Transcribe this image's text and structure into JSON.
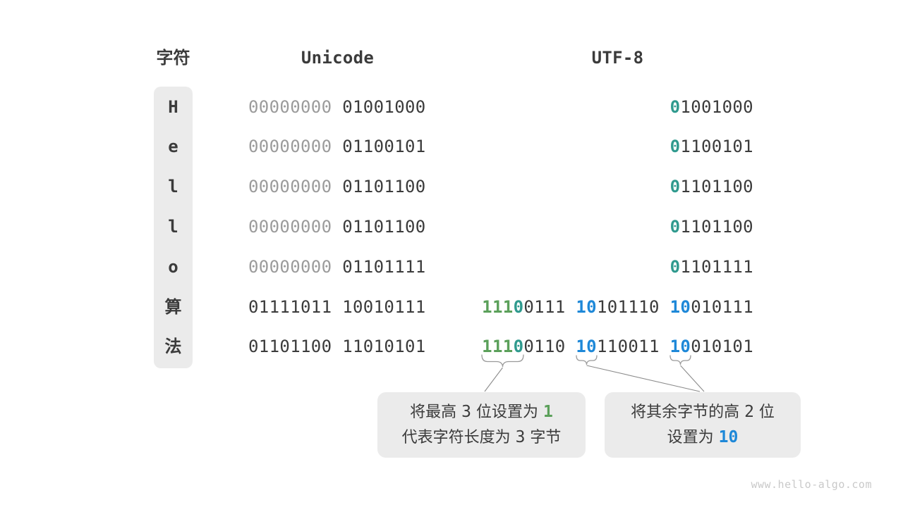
{
  "palette": {
    "dark": "#3b3b3b",
    "muted": "#9b9b9b",
    "green": "#5ba05a",
    "teal": "#2f9a8e",
    "blue": "#1e88d8",
    "box_bg": "#ebebeb",
    "watermark_gray": "#c9c9c9"
  },
  "header": {
    "char_label": "字符",
    "unicode_label": "Unicode",
    "utf8_label": "UTF-8"
  },
  "table": {
    "rows": [
      {
        "char": "H",
        "unicode": [
          {
            "text": "00000000 ",
            "color": "muted"
          },
          {
            "text": "01001000",
            "color": "dark"
          }
        ],
        "utf8": [
          {
            "text": "0",
            "color": "teal",
            "bold": true
          },
          {
            "text": "1001000",
            "color": "dark"
          }
        ]
      },
      {
        "char": "e",
        "unicode": [
          {
            "text": "00000000 ",
            "color": "muted"
          },
          {
            "text": "01100101",
            "color": "dark"
          }
        ],
        "utf8": [
          {
            "text": "0",
            "color": "teal",
            "bold": true
          },
          {
            "text": "1100101",
            "color": "dark"
          }
        ]
      },
      {
        "char": "l",
        "unicode": [
          {
            "text": "00000000 ",
            "color": "muted"
          },
          {
            "text": "01101100",
            "color": "dark"
          }
        ],
        "utf8": [
          {
            "text": "0",
            "color": "teal",
            "bold": true
          },
          {
            "text": "1101100",
            "color": "dark"
          }
        ]
      },
      {
        "char": "l",
        "unicode": [
          {
            "text": "00000000 ",
            "color": "muted"
          },
          {
            "text": "01101100",
            "color": "dark"
          }
        ],
        "utf8": [
          {
            "text": "0",
            "color": "teal",
            "bold": true
          },
          {
            "text": "1101100",
            "color": "dark"
          }
        ]
      },
      {
        "char": "o",
        "unicode": [
          {
            "text": "00000000 ",
            "color": "muted"
          },
          {
            "text": "01101111",
            "color": "dark"
          }
        ],
        "utf8": [
          {
            "text": "0",
            "color": "teal",
            "bold": true
          },
          {
            "text": "1101111",
            "color": "dark"
          }
        ]
      },
      {
        "char": "算",
        "unicode": [
          {
            "text": "01111011 10010111",
            "color": "dark"
          }
        ],
        "utf8": [
          {
            "text": "111",
            "color": "green",
            "bold": true
          },
          {
            "text": "0",
            "color": "teal",
            "bold": true
          },
          {
            "text": "0111 ",
            "color": "dark"
          },
          {
            "text": "10",
            "color": "blue",
            "bold": true
          },
          {
            "text": "101110 ",
            "color": "dark"
          },
          {
            "text": "10",
            "color": "blue",
            "bold": true
          },
          {
            "text": "010111",
            "color": "dark"
          }
        ]
      },
      {
        "char": "法",
        "unicode": [
          {
            "text": "01101100 11010101",
            "color": "dark"
          }
        ],
        "utf8": [
          {
            "text": "111",
            "color": "green",
            "bold": true
          },
          {
            "text": "0",
            "color": "teal",
            "bold": true
          },
          {
            "text": "0110 ",
            "color": "dark"
          },
          {
            "text": "10",
            "color": "blue",
            "bold": true
          },
          {
            "text": "110011 ",
            "color": "dark"
          },
          {
            "text": "10",
            "color": "blue",
            "bold": true
          },
          {
            "text": "010101",
            "color": "dark"
          }
        ]
      }
    ]
  },
  "callouts": {
    "three_bit_prefix": {
      "line1": [
        {
          "text": "将最高 ",
          "color": "dark"
        },
        {
          "text": "3",
          "color": "dark",
          "mono": true
        },
        {
          "text": " 位设置为 ",
          "color": "dark"
        },
        {
          "text": "1",
          "color": "green",
          "bold": true,
          "mono": true
        }
      ],
      "line2": [
        {
          "text": "代表字符长度为 ",
          "color": "dark"
        },
        {
          "text": "3",
          "color": "dark",
          "mono": true
        },
        {
          "text": " 字节",
          "color": "dark"
        }
      ]
    },
    "continuation_bits": {
      "line1": [
        {
          "text": "将其余字节的高 ",
          "color": "dark"
        },
        {
          "text": "2",
          "color": "dark",
          "mono": true
        },
        {
          "text": " 位",
          "color": "dark"
        }
      ],
      "line2": [
        {
          "text": "设置为 ",
          "color": "dark"
        },
        {
          "text": "10",
          "color": "blue",
          "bold": true,
          "mono": true
        }
      ]
    }
  },
  "watermark": "www.hello-algo.com"
}
